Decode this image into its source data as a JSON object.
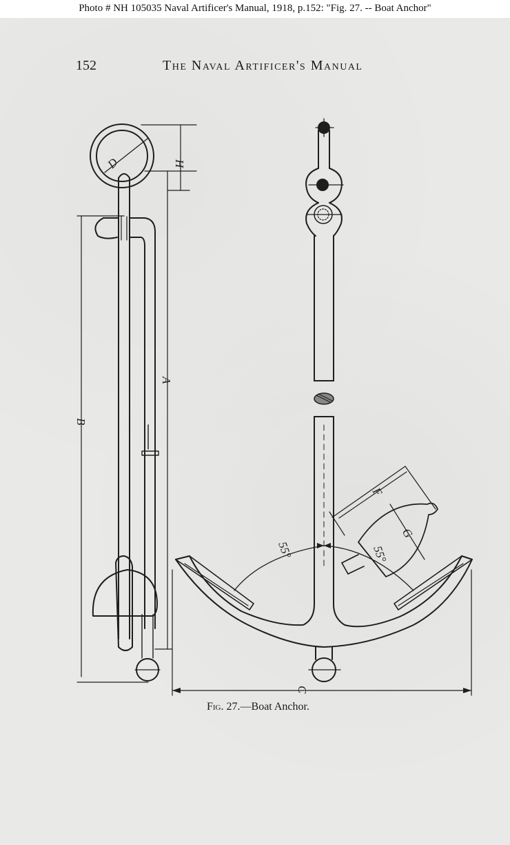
{
  "header_caption": "Photo #  NH 105035    Naval Artificer's Manual, 1918, p.152:  \"Fig. 27. -- Boat Anchor\"",
  "page_number": "152",
  "running_head": "The Naval Artificer's Manual",
  "figure": {
    "number_label": "Fig. 27.",
    "title": "—Boat Anchor.",
    "dimension_labels": {
      "h": "H",
      "d": "D",
      "a": "A",
      "b": "B",
      "c": "C",
      "f": "F",
      "g": "G",
      "angle_left": "55°",
      "angle_right": "55°"
    }
  },
  "colors": {
    "ink": "#1e1e1e",
    "paper": "#e9e9e7"
  }
}
